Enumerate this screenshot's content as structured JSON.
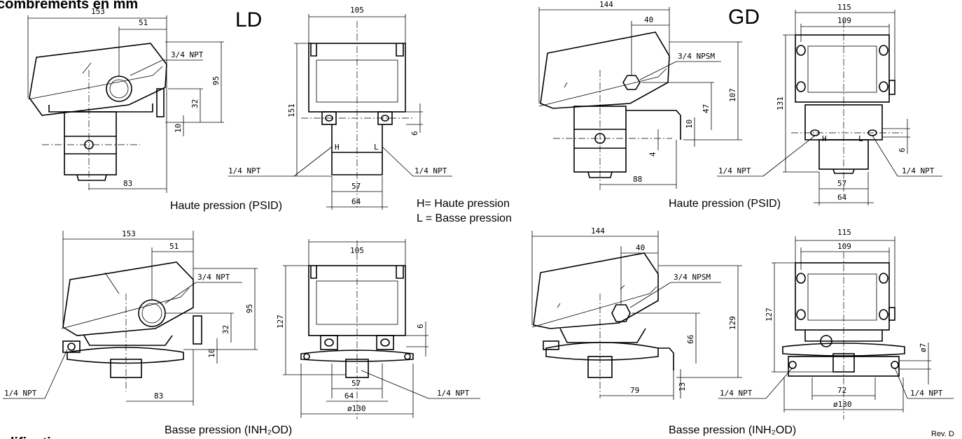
{
  "header": {
    "title_partial": "combrements en mm",
    "footer_partial": "odification"
  },
  "labels": {
    "ld": "LD",
    "gd": "GD",
    "high": "Haute pression (PSID)",
    "low": "Basse pression (INH₂OD)",
    "legend_h": "H= Haute pression",
    "legend_l": "L = Basse pression",
    "rev": "Rev. D"
  },
  "dims": {
    "d153": "153",
    "d51": "51",
    "d95": "95",
    "d32": "32",
    "d10": "10",
    "d83": "83",
    "d105": "105",
    "d151": "151",
    "d127": "127",
    "d6": "6",
    "d57": "57",
    "d64": "64",
    "d130": "ø130",
    "d144": "144",
    "d40": "40",
    "d107": "107",
    "d47": "47",
    "d4": "4",
    "d88": "88",
    "d115": "115",
    "d109": "109",
    "d131": "131",
    "d129": "129",
    "d66": "66",
    "d13": "13",
    "d79": "79",
    "d72": "72",
    "d7": "ø7",
    "npt34": "3/4 NPT",
    "npsm34": "3/4 NPSM",
    "npt14": "1/4 NPT",
    "h": "H",
    "l": "L"
  }
}
